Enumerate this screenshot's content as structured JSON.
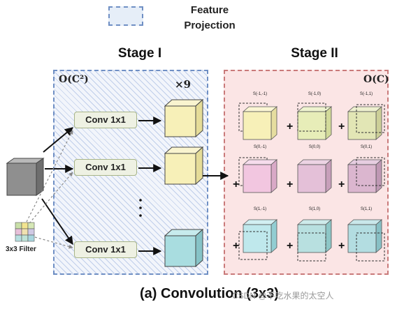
{
  "legend": {
    "line1": "Feature",
    "line2": "Projection"
  },
  "stage1": {
    "title": "Stage I",
    "complexity": "O(C²)",
    "repeat": "×9"
  },
  "stage2": {
    "title": "Stage II",
    "complexity": "O(C)"
  },
  "conv_label": "Conv 1x1",
  "filter_label": "3x3 Filter",
  "shifts": [
    "S(-1,-1)",
    "S(-1,0)",
    "S(-1,1)",
    "S(0,-1)",
    "S(0,0)",
    "S(0,1)",
    "S(1,-1)",
    "S(1,0)",
    "S(1,1)"
  ],
  "plus": "+",
  "caption": "(a) Convolution (3x3)",
  "watermark": "CSDN @不吃水果的太空人",
  "colors": {
    "projection_border": "#6f8fc4",
    "stage2_bg": "#fbe5e5",
    "cube_yellow": "#f7f0b8",
    "cube_teal": "#a9dde0",
    "cube_pink": "#ecc8de"
  }
}
